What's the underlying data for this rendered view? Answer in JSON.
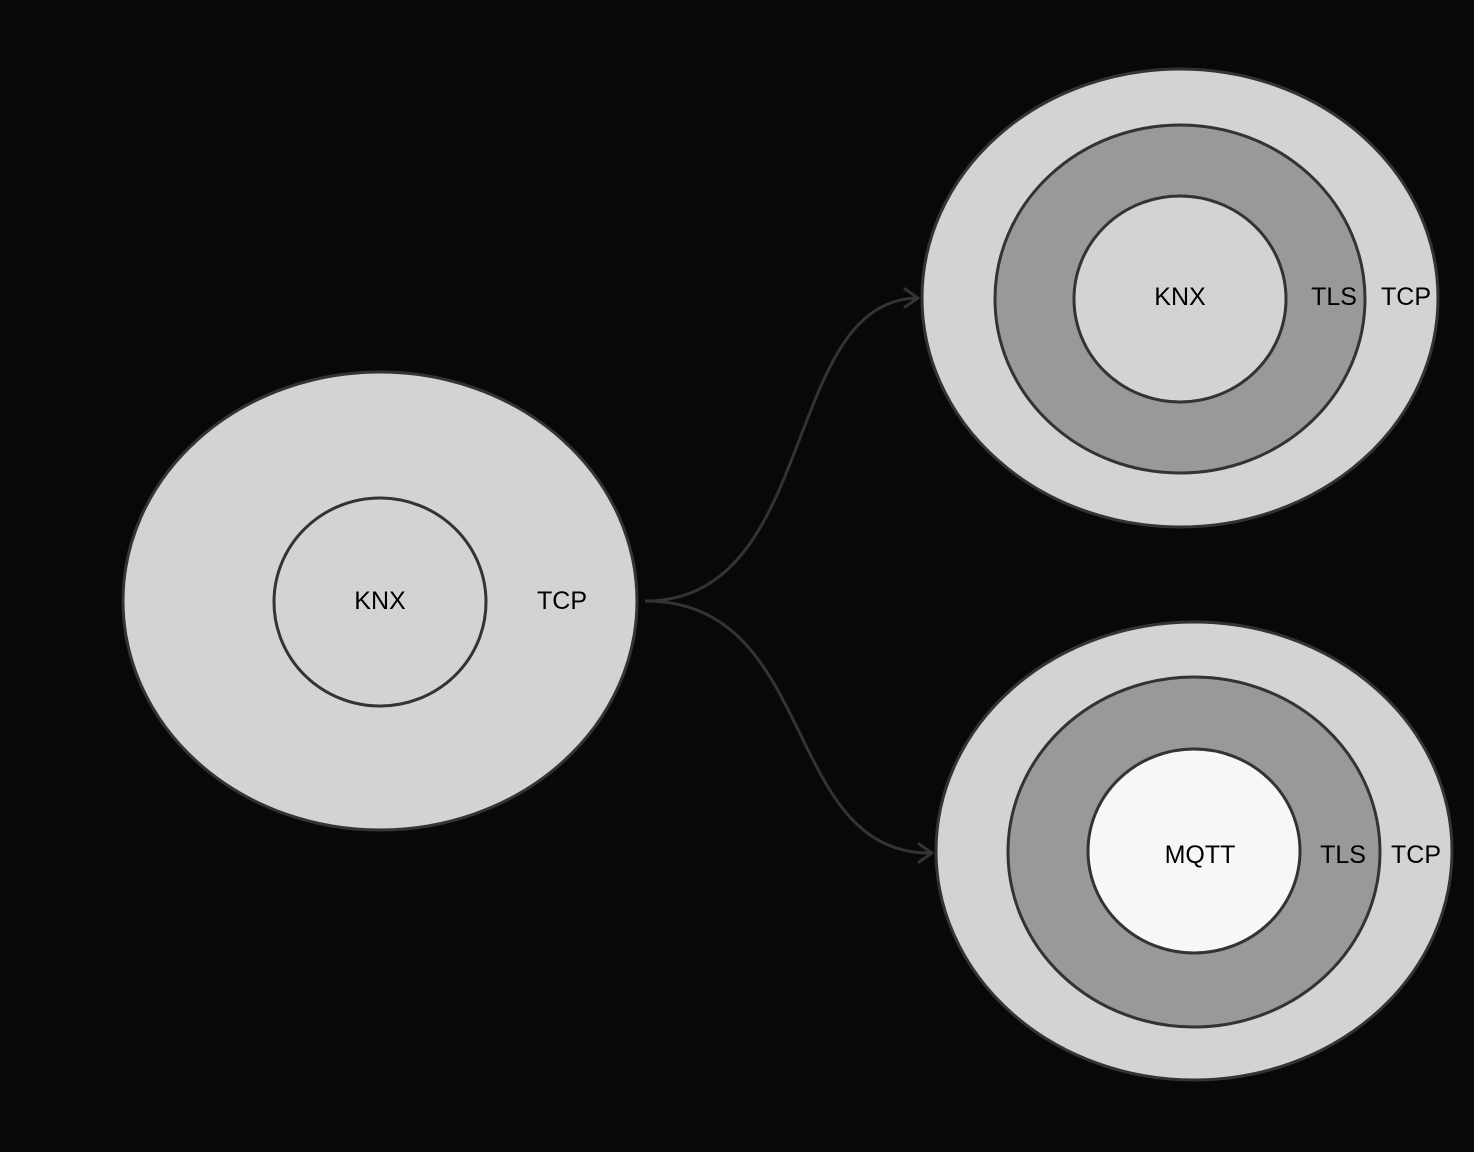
{
  "colors": {
    "background": "#080808",
    "tcp_fill": "#d3d3d3",
    "tls_fill": "#999999",
    "knx_fill": "#d3d3d3",
    "mqtt_fill": "#f7f7f7",
    "stroke": "#333333"
  },
  "source": {
    "inner_label": "KNX",
    "outer_label": "TCP"
  },
  "targets": [
    {
      "inner_label": "KNX",
      "middle_label": "TLS",
      "outer_label": "TCP"
    },
    {
      "inner_label": "MQTT",
      "middle_label": "TLS",
      "outer_label": "TCP"
    }
  ]
}
